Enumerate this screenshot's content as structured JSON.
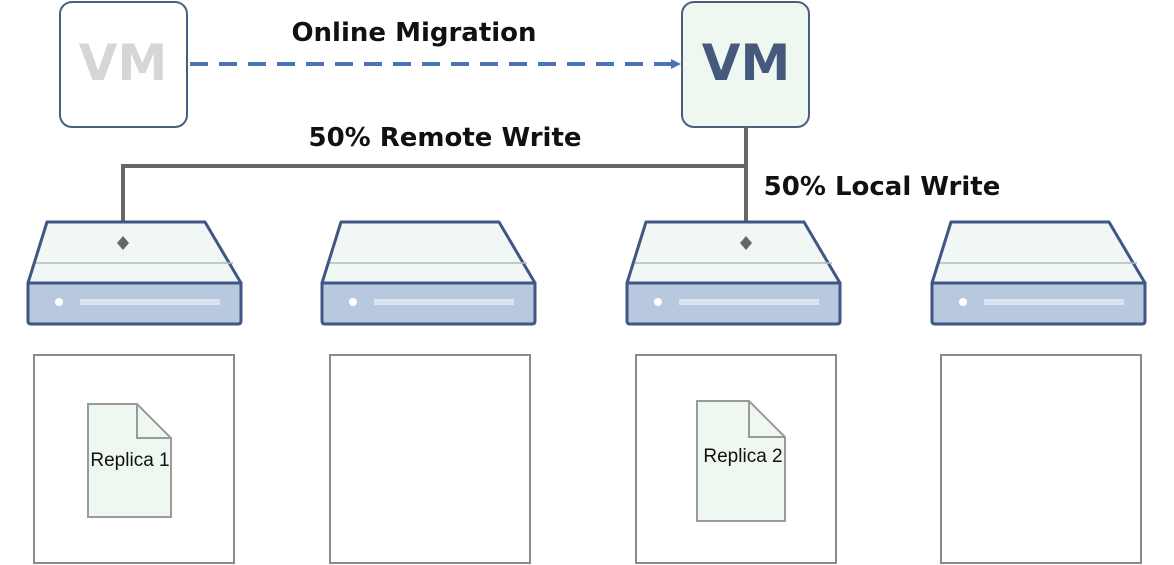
{
  "diagram": {
    "source_vm": {
      "label": "VM",
      "text_color": "#d6d6d6",
      "border_color": "#4a5f7e",
      "fill": "#ffffff"
    },
    "target_vm": {
      "label": "VM",
      "text_color": "#45597e",
      "border_color": "#4a5f7e",
      "fill": "#eef7f0"
    },
    "migration": {
      "label": "Online Migration",
      "color": "#4a73b9"
    },
    "remote_write": {
      "label": "50% Remote Write"
    },
    "local_write": {
      "label": "50% Local Write"
    },
    "connector_color": "#666666",
    "server_colors": {
      "top": "#f0f7f4",
      "front": "#b8c8de",
      "outline": "#3f5686"
    },
    "replicas": [
      {
        "label": "Replica 1",
        "fill": "#eef7f0"
      },
      {
        "label": "Replica 2",
        "fill": "#eef7f0"
      }
    ]
  }
}
